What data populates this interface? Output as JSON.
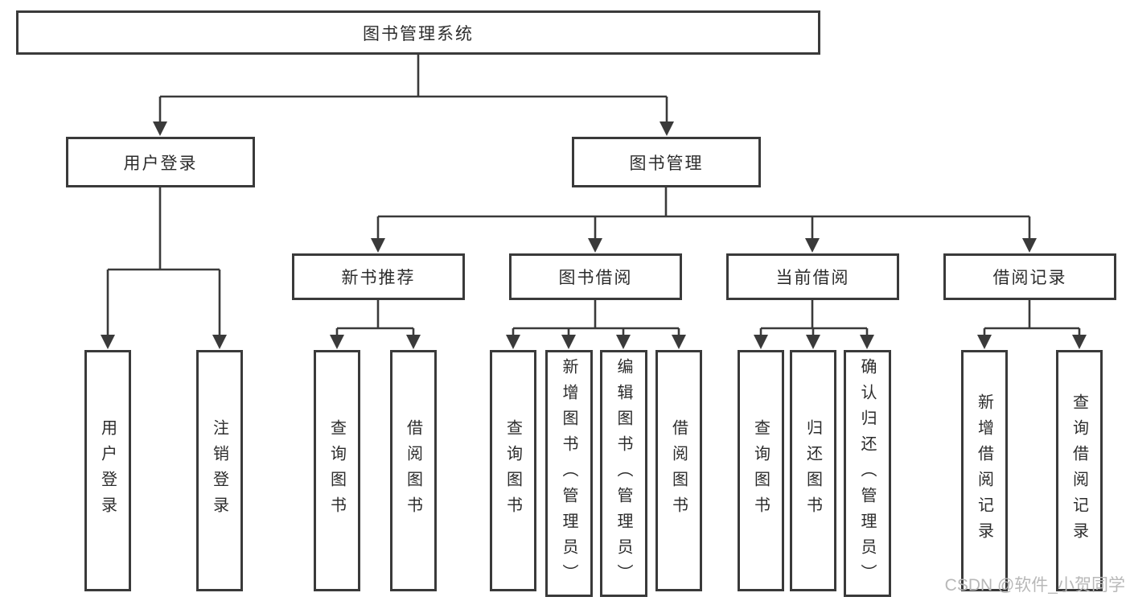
{
  "diagram": {
    "root": {
      "label": "图书管理系统",
      "children": [
        {
          "label": "用户登录",
          "children": [
            {
              "label": "用户登录"
            },
            {
              "label": "注销登录"
            }
          ]
        },
        {
          "label": "图书管理",
          "children": [
            {
              "label": "新书推荐",
              "children": [
                {
                  "label": "查询图书"
                },
                {
                  "label": "借阅图书"
                }
              ]
            },
            {
              "label": "图书借阅",
              "children": [
                {
                  "label": "查询图书"
                },
                {
                  "label": "新增图书（管理员）"
                },
                {
                  "label": "编辑图书（管理员）"
                },
                {
                  "label": "借阅图书"
                }
              ]
            },
            {
              "label": "当前借阅",
              "children": [
                {
                  "label": "查询图书"
                },
                {
                  "label": "归还图书"
                },
                {
                  "label": "确认归还（管理员）"
                }
              ]
            },
            {
              "label": "借阅记录",
              "children": [
                {
                  "label": "新增借阅记录"
                },
                {
                  "label": "查询借阅记录"
                }
              ]
            }
          ]
        }
      ]
    }
  },
  "watermark": {
    "text": "CSDN @软件_小贺同学"
  },
  "colors": {
    "line": "#3a3a3a",
    "text": "#2c2c2c",
    "watermark": "#b8b8b8",
    "background": "#ffffff"
  }
}
